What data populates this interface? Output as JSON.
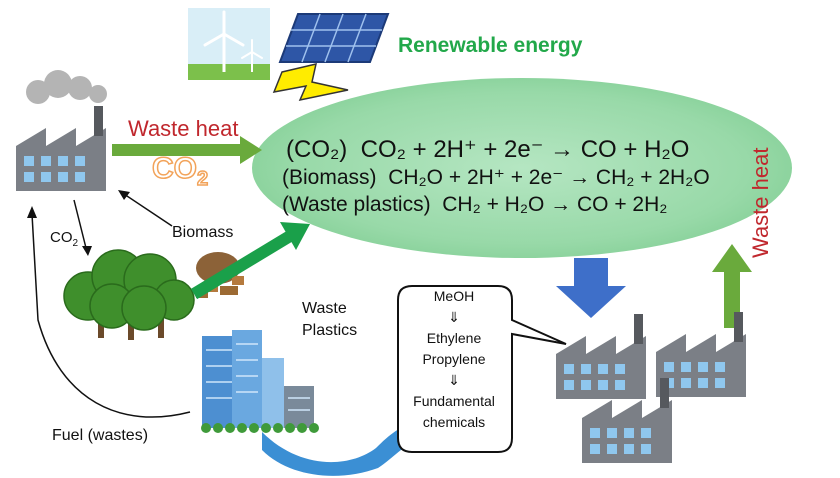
{
  "labels": {
    "renewable_energy": "Renewable energy",
    "waste_heat_left": "Waste heat",
    "co2_big_main": "CO",
    "co2_big_sub": "2",
    "waste_heat_right": "Waste heat",
    "biomass": "Biomass",
    "co2_small_main": "CO",
    "co2_small_sub": "2",
    "waste_plastics_line1": "Waste",
    "waste_plastics_line2": "Plastics",
    "fuel": "Fuel (wastes)"
  },
  "reactions": [
    {
      "label": "(CO₂)",
      "equation": "CO₂ + 2H⁺ + 2e⁻ → CO + H₂O"
    },
    {
      "label": "(Biomass)",
      "equation": "CH₂O + 2H⁺ + 2e⁻ → CH₂ + 2H₂O"
    },
    {
      "label": "(Waste plastics)",
      "equation": "CH₂ + H₂O → CO + 2H₂"
    }
  ],
  "callout": [
    "MeOH",
    "⇓",
    "Ethylene",
    "Propylene",
    "⇓",
    "Fundamental",
    "chemicals"
  ],
  "colors": {
    "renewable": "#22a84a",
    "waste_heat": "#c0272d",
    "ellipse": "#8fd4a0",
    "green_arrow": "#6aaa3c",
    "blue_arrow": "#3e6fc9",
    "factory": "#7b7f86",
    "window": "#8fc7ee"
  },
  "icons": [
    "wind-turbine-icon",
    "solar-panel-icon",
    "lightning-bolt-icon",
    "factory-icon",
    "smoke-icon",
    "tree-icon",
    "biomass-wood-icon",
    "city-buildings-icon",
    "river-icon"
  ]
}
